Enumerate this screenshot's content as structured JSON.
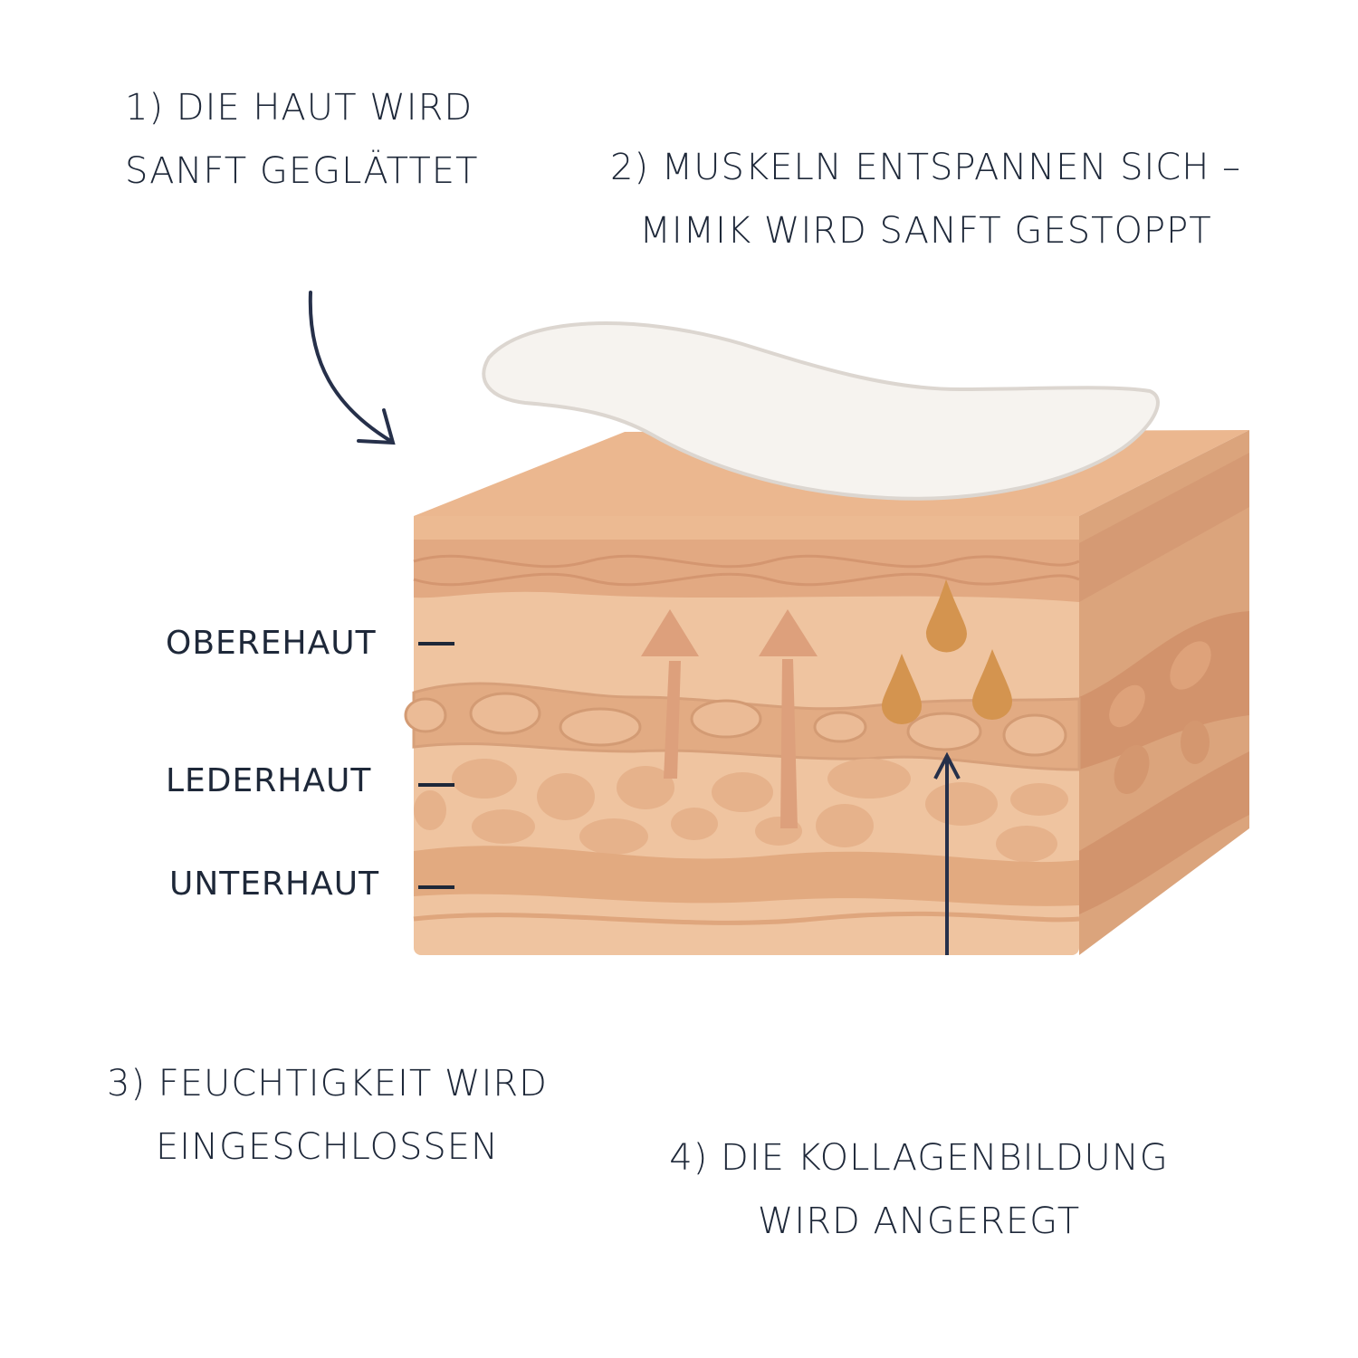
{
  "callouts": {
    "step1": {
      "line1": "1) DIE HAUT WIRD",
      "line2": "SANFT GEGLÄTTET"
    },
    "step2": {
      "line1": "2) MUSKELN ENTSPANNEN SICH –",
      "line2": "MIMIK WIRD SANFT GESTOPPT"
    },
    "step3": {
      "line1": "3) FEUCHTIGKEIT WIRD",
      "line2": "EINGESCHLOSSEN"
    },
    "step4": {
      "line1": "4) DIE KOLLAGENBILDUNG",
      "line2": "WIRD ANGEREGT"
    }
  },
  "layers": {
    "epidermis": "OBEREHAUT",
    "dermis": "LEDERHAUT",
    "subcutis": "UNTERHAUT"
  },
  "colors": {
    "text": "#1e2839",
    "skin_light": "#efc4a0",
    "skin_mid": "#e2ab83",
    "skin_dark": "#d79c74",
    "droplet": "#d4944f",
    "patch": "#f6f3ef"
  }
}
